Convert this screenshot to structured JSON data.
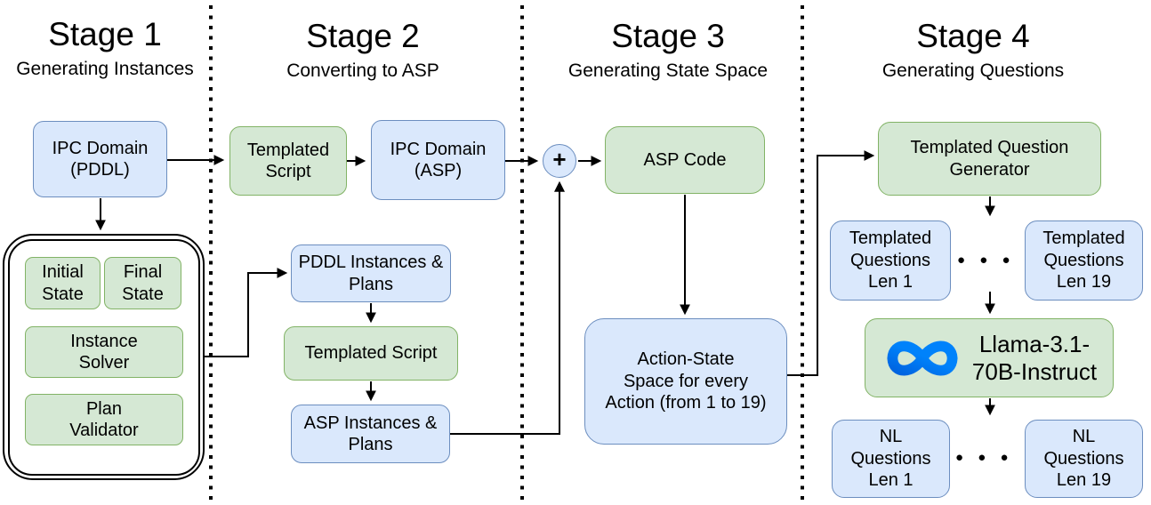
{
  "diagram": {
    "stages": [
      {
        "title": "Stage 1",
        "subtitle": "Generating Instances"
      },
      {
        "title": "Stage 2",
        "subtitle": "Converting to ASP"
      },
      {
        "title": "Stage 3",
        "subtitle": "Generating State Space"
      },
      {
        "title": "Stage 4",
        "subtitle": "Generating Questions"
      }
    ],
    "nodes": {
      "ipc_domain_pddl": "IPC Domain\n(PDDL)",
      "initial_state": "Initial\nState",
      "final_state": "Final\nState",
      "instance_solver": "Instance\nSolver",
      "plan_validator": "Plan\nValidator",
      "templated_script_top": "Templated\nScript",
      "ipc_domain_asp": "IPC Domain\n(ASP)",
      "pddl_instances_plans": "PDDL Instances &\nPlans",
      "templated_script_bottom": "Templated Script",
      "asp_instances_plans": "ASP Instances &\nPlans",
      "plus_operator": "+",
      "asp_code": "ASP Code",
      "action_state_space": "Action-State\nSpace for every\nAction (from 1 to 19)",
      "templated_question_generator": "Templated Question\nGenerator",
      "templated_questions_len1": "Templated\nQuestions\nLen 1",
      "templated_questions_len19": "Templated\nQuestions\nLen 19",
      "llama_model": "Llama-3.1-\n70B-Instruct",
      "nl_questions_len1": "NL\nQuestions\nLen 1",
      "nl_questions_len19": "NL\nQuestions\nLen 19"
    },
    "ellipsis": "● ● ●",
    "colors": {
      "blue_fill": "#dae8fc",
      "blue_stroke": "#6c8ebf",
      "green_fill": "#d5e8d4",
      "green_stroke": "#82b366",
      "connector": "#000000",
      "meta_gradient_start": "#0064e0",
      "meta_gradient_end": "#0082fb"
    }
  }
}
